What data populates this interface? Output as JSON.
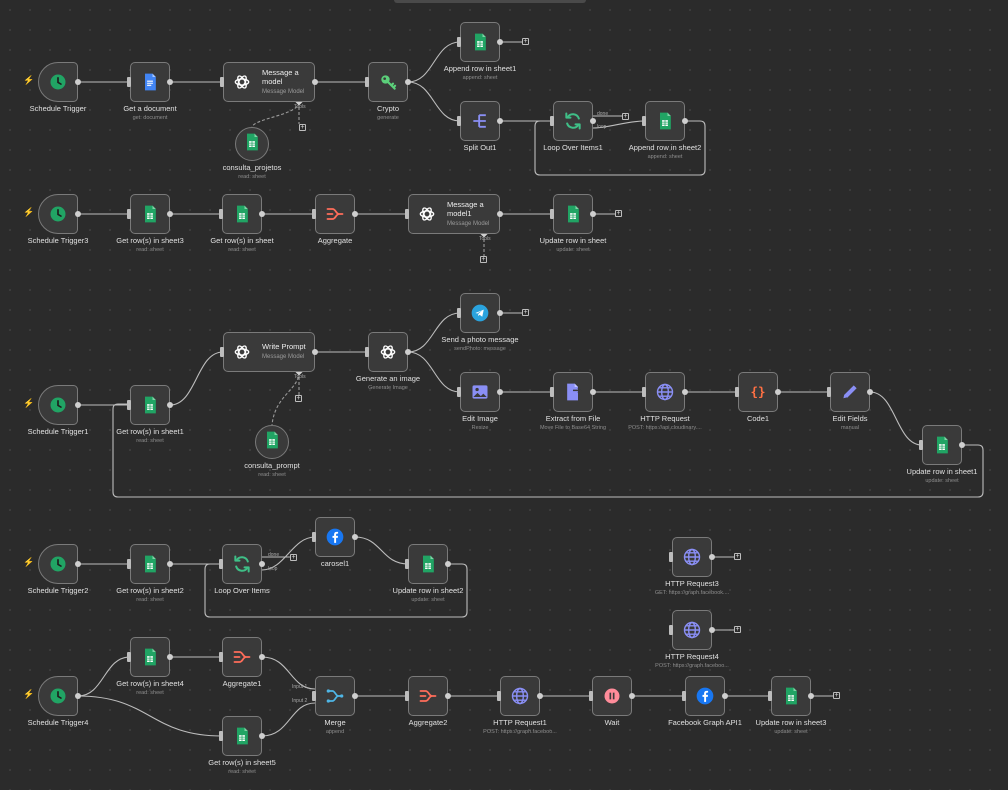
{
  "nodes": [
    {
      "id": "sched",
      "label": "Schedule Trigger",
      "sub": "",
      "icon": "clock-icon",
      "trigger": true
    },
    {
      "id": "getdoc",
      "label": "Get a document",
      "sub": "get: document",
      "icon": "google-docs-icon"
    },
    {
      "id": "msg1",
      "label": "",
      "inner": "Message a model",
      "innerSub": "Message Model",
      "icon": "openai-icon",
      "wide": true
    },
    {
      "id": "crypto",
      "label": "Crypto",
      "sub": "generate",
      "icon": "key-icon"
    },
    {
      "id": "append1",
      "label": "Append row in sheet1",
      "sub": "append: sheet",
      "icon": "google-sheets-icon"
    },
    {
      "id": "split",
      "label": "Split Out1",
      "sub": "",
      "icon": "split-out-icon"
    },
    {
      "id": "loop1",
      "label": "Loop Over Items1",
      "sub": "",
      "icon": "loop-icon"
    },
    {
      "id": "append2",
      "label": "Append row in sheet2",
      "sub": "append: sheet",
      "icon": "google-sheets-icon"
    },
    {
      "id": "sched3",
      "label": "Schedule Trigger3",
      "sub": "",
      "icon": "clock-icon",
      "trigger": true
    },
    {
      "id": "get3",
      "label": "Get row(s) in sheet3",
      "sub": "read: sheet",
      "icon": "google-sheets-icon"
    },
    {
      "id": "getrow",
      "label": "Get row(s) in sheet",
      "sub": "read: sheet",
      "icon": "google-sheets-icon"
    },
    {
      "id": "agg",
      "label": "Aggregate",
      "sub": "",
      "icon": "aggregate-icon"
    },
    {
      "id": "msgm1",
      "label": "",
      "inner": "Message a model1",
      "innerSub": "Message Model",
      "icon": "openai-icon",
      "wide": true
    },
    {
      "id": "upd",
      "label": "Update row in sheet",
      "sub": "update: sheet",
      "icon": "google-sheets-icon"
    },
    {
      "id": "write",
      "label": "",
      "inner": "Write Prompt",
      "innerSub": "Message Model",
      "icon": "openai-icon",
      "wide": true
    },
    {
      "id": "gen",
      "label": "Generate an image",
      "sub": "Generate Image",
      "icon": "openai-icon"
    },
    {
      "id": "photo",
      "label": "Send a photo message",
      "sub": "sendPhoto: message",
      "icon": "telegram-icon"
    },
    {
      "id": "sched1",
      "label": "Schedule Trigger1",
      "sub": "",
      "icon": "clock-icon",
      "trigger": true
    },
    {
      "id": "get1",
      "label": "Get row(s) in sheet1",
      "sub": "read: sheet",
      "icon": "google-sheets-icon"
    },
    {
      "id": "edit",
      "label": "Edit Image",
      "sub": "Resize",
      "icon": "image-icon"
    },
    {
      "id": "extract",
      "label": "Extract from File",
      "sub": "Move File to Base64 String",
      "icon": "file-extract-icon"
    },
    {
      "id": "http",
      "label": "HTTP Request",
      "sub": "POST: https://api.cloudinary....",
      "icon": "globe-icon"
    },
    {
      "id": "code1",
      "label": "Code1",
      "sub": "",
      "icon": "code-icon"
    },
    {
      "id": "fields",
      "label": "Edit Fields",
      "sub": "manual",
      "icon": "pencil-icon"
    },
    {
      "id": "upd1",
      "label": "Update row in sheet1",
      "sub": "update: sheet",
      "icon": "google-sheets-icon"
    },
    {
      "id": "sched2",
      "label": "Schedule Trigger2",
      "sub": "",
      "icon": "clock-icon",
      "trigger": true
    },
    {
      "id": "get2",
      "label": "Get row(s) in sheet2",
      "sub": "read: sheet",
      "icon": "google-sheets-icon"
    },
    {
      "id": "loop",
      "label": "Loop Over Items",
      "sub": "",
      "icon": "loop-icon"
    },
    {
      "id": "car",
      "label": "carosel1",
      "sub": "",
      "icon": "facebook-icon"
    },
    {
      "id": "upd2",
      "label": "Update row in sheet2",
      "sub": "update: sheet",
      "icon": "google-sheets-icon"
    },
    {
      "id": "http3",
      "label": "HTTP Request3",
      "sub": "GET: https://graph.facebook....",
      "icon": "globe-icon"
    },
    {
      "id": "http4",
      "label": "HTTP Request4",
      "sub": "POST: https://graph.faceboo...",
      "icon": "globe-icon"
    },
    {
      "id": "sched4",
      "label": "Schedule Trigger4",
      "sub": "",
      "icon": "clock-icon",
      "trigger": true
    },
    {
      "id": "get4",
      "label": "Get row(s) in sheet4",
      "sub": "read: sheet",
      "icon": "google-sheets-icon"
    },
    {
      "id": "agg1",
      "label": "Aggregate1",
      "sub": "",
      "icon": "aggregate-icon"
    },
    {
      "id": "get5",
      "label": "Get row(s) in sheet5",
      "sub": "read: sheet",
      "icon": "google-sheets-icon"
    },
    {
      "id": "merge",
      "label": "Merge",
      "sub": "append",
      "icon": "merge-icon"
    },
    {
      "id": "agg2",
      "label": "Aggregate2",
      "sub": "",
      "icon": "aggregate-icon"
    },
    {
      "id": "http1",
      "label": "HTTP Request1",
      "sub": "POST: https://graph.faceboo...",
      "icon": "globe-icon"
    },
    {
      "id": "wait",
      "label": "Wait",
      "sub": "",
      "icon": "pause-icon"
    },
    {
      "id": "fb",
      "label": "Facebook Graph API1",
      "sub": "",
      "icon": "facebook-icon"
    },
    {
      "id": "upd3",
      "label": "Update row in sheet3",
      "sub": "update: sheet",
      "icon": "google-sheets-icon"
    }
  ],
  "tools": [
    {
      "id": "t1",
      "label": "consulta_projetos",
      "sub": "read: sheet",
      "icon": "google-sheets-icon"
    },
    {
      "id": "t2",
      "label": "consulta_prompt",
      "sub": "read: sheet",
      "icon": "google-sheets-icon"
    }
  ],
  "edge_tags": {
    "tools": "Tools",
    "done": "done",
    "loop": "loop",
    "input1": "Input 1",
    "input2": "Input 2"
  },
  "colors": {
    "sheets": "#21a464",
    "docs": "#4285f4",
    "openai": "#ffffff",
    "crypto": "#5bd07a",
    "aggregate": "#ff6d5a",
    "loop": "#3fbf87",
    "telegram": "#2aa3de",
    "globe": "#8a8ff5",
    "code": "#ff7043",
    "pencil": "#8a8ff5",
    "facebook": "#1877f2",
    "wait": "#ff8c9a",
    "merge": "#4fb6e6",
    "split": "#8a8ff5",
    "trigger": "#f0603f"
  }
}
